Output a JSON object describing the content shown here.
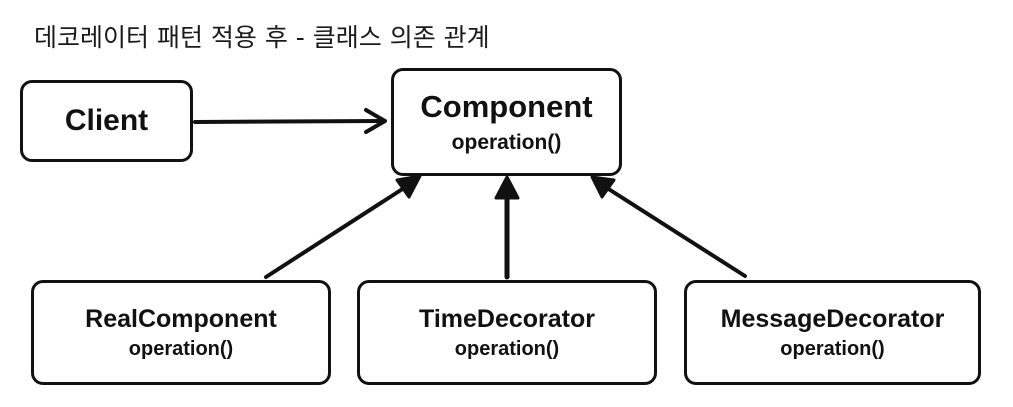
{
  "title": "데코레이터 패턴 적용 후 - 클래스 의존 관계",
  "boxes": {
    "client": {
      "name": "Client"
    },
    "component": {
      "name": "Component",
      "operation": "operation()"
    },
    "real_component": {
      "name": "RealComponent",
      "operation": "operation()"
    },
    "time_decorator": {
      "name": "TimeDecorator",
      "operation": "operation()"
    },
    "message_decorator": {
      "name": "MessageDecorator",
      "operation": "operation()"
    }
  },
  "relations": [
    {
      "from": "Client",
      "to": "Component",
      "kind": "dependency"
    },
    {
      "from": "RealComponent",
      "to": "Component",
      "kind": "implementation"
    },
    {
      "from": "TimeDecorator",
      "to": "Component",
      "kind": "implementation"
    },
    {
      "from": "MessageDecorator",
      "to": "Component",
      "kind": "implementation"
    }
  ],
  "colors": {
    "stroke": "#111111",
    "background": "#ffffff"
  }
}
